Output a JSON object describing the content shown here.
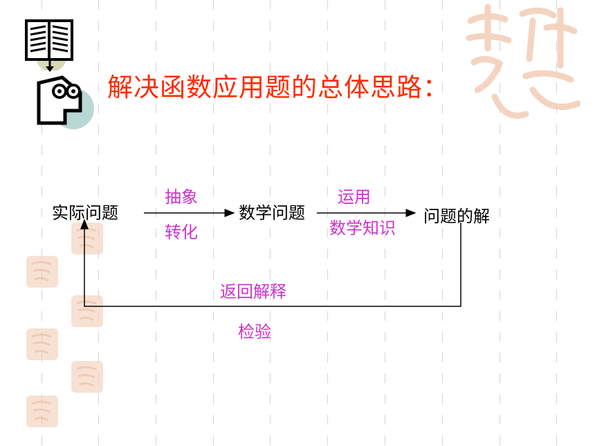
{
  "slide": {
    "title": "解决函数应用题的总体思路："
  },
  "diagram": {
    "nodes": {
      "actual_problem": "实际问题",
      "math_problem": "数学问题",
      "solution": "问题的解"
    },
    "edges": {
      "abstract_top": "抽象",
      "abstract_bottom": "转化",
      "apply_top": "运用",
      "apply_bottom": "数学知识",
      "return_top": "返回解释",
      "return_bottom": "检验"
    }
  },
  "colors": {
    "title": "#ff2a00",
    "edge_label": "#cc33cc",
    "node_text": "#000000",
    "stamp": "#f1c9b0"
  },
  "icons": [
    "book-icon",
    "reading-face-icon",
    "auspicious-stamp-icon"
  ]
}
